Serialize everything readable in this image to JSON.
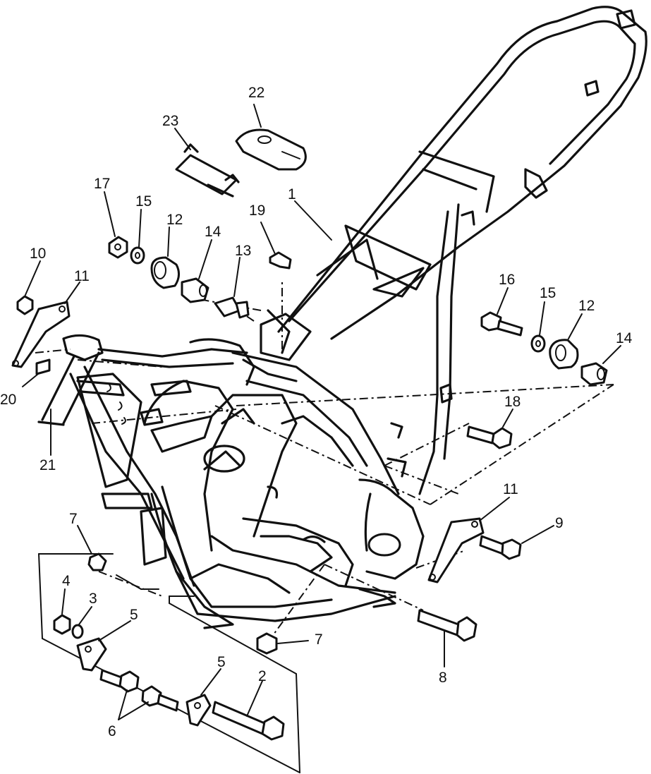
{
  "callouts": [
    {
      "id": "c1",
      "text": "1"
    },
    {
      "id": "c2",
      "text": "2"
    },
    {
      "id": "c3",
      "text": "3"
    },
    {
      "id": "c4",
      "text": "4"
    },
    {
      "id": "c5a",
      "text": "5"
    },
    {
      "id": "c5b",
      "text": "5"
    },
    {
      "id": "c6",
      "text": "6"
    },
    {
      "id": "c7a",
      "text": "7"
    },
    {
      "id": "c7b",
      "text": "7"
    },
    {
      "id": "c8",
      "text": "8"
    },
    {
      "id": "c9",
      "text": "9"
    },
    {
      "id": "c10",
      "text": "10"
    },
    {
      "id": "c11a",
      "text": "11"
    },
    {
      "id": "c11b",
      "text": "11"
    },
    {
      "id": "c12a",
      "text": "12"
    },
    {
      "id": "c12b",
      "text": "12"
    },
    {
      "id": "c13",
      "text": "13"
    },
    {
      "id": "c14a",
      "text": "14"
    },
    {
      "id": "c14b",
      "text": "14"
    },
    {
      "id": "c15a",
      "text": "15"
    },
    {
      "id": "c15b",
      "text": "15"
    },
    {
      "id": "c16",
      "text": "16"
    },
    {
      "id": "c17",
      "text": "17"
    },
    {
      "id": "c18",
      "text": "18"
    },
    {
      "id": "c19",
      "text": "19"
    },
    {
      "id": "c20",
      "text": "20"
    },
    {
      "id": "c21",
      "text": "21"
    },
    {
      "id": "c22",
      "text": "22"
    },
    {
      "id": "c23",
      "text": "23"
    }
  ]
}
